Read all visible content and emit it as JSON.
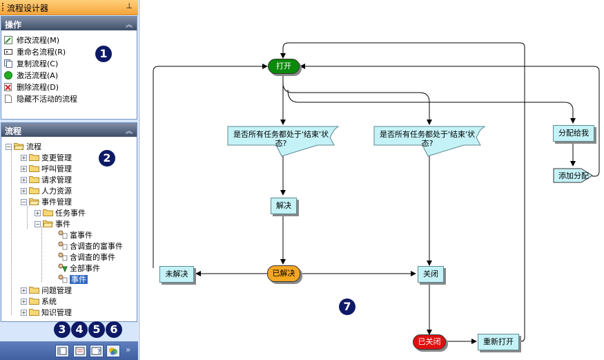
{
  "title": "流程设计器",
  "pin_icon": "pin-icon",
  "operations": {
    "header": "操作",
    "items": [
      {
        "label": "修改流程(M)",
        "icon": "edit-icon"
      },
      {
        "label": "重命名流程(R)",
        "icon": "rename-icon"
      },
      {
        "label": "复制流程(C)",
        "icon": "copy-icon"
      },
      {
        "label": "激活流程(A)",
        "icon": "activate-icon"
      },
      {
        "label": "删除流程(D)",
        "icon": "delete-icon"
      },
      {
        "label": "隐藏不活动的流程",
        "icon": "hide-icon"
      }
    ]
  },
  "flow_panel": {
    "header": "流程",
    "tree": [
      {
        "label": "流程",
        "level": 0
      },
      {
        "label": "变更管理",
        "level": 1
      },
      {
        "label": "呼叫管理",
        "level": 1
      },
      {
        "label": "请求管理",
        "level": 1
      },
      {
        "label": "人力资源",
        "level": 1
      },
      {
        "label": "事件管理",
        "level": 1
      },
      {
        "label": "任务事件",
        "level": 2
      },
      {
        "label": "事件",
        "level": 2
      },
      {
        "label": "富事件",
        "level": 3
      },
      {
        "label": "含调查的富事件",
        "level": 3
      },
      {
        "label": "含调查的事件",
        "level": 3
      },
      {
        "label": "全部事件",
        "level": 3
      },
      {
        "label": "事件",
        "level": 3,
        "selected": true
      },
      {
        "label": "问题管理",
        "level": 1
      },
      {
        "label": "系统",
        "level": 1
      },
      {
        "label": "知识管理",
        "level": 1
      }
    ]
  },
  "badges": [
    "1",
    "2",
    "3",
    "4",
    "5",
    "6",
    "7"
  ],
  "diagram": {
    "open": "打开",
    "decision1": "是否所有任务都处于'结束'状态?",
    "decision2": "是否所有任务都处于'结束'状态?",
    "assign_to_me": "分配给我",
    "add_assignment": "添加分配",
    "resolve": "解决",
    "unresolved": "未解决",
    "resolved": "已解决",
    "close": "关闭",
    "closed": "已关闭",
    "reopen": "重新打开"
  },
  "colors": {
    "open": "#0a8a0a",
    "resolved": "#f5a623",
    "closed": "#e01010",
    "box": "#c4f2f7",
    "header": "#4a5a74",
    "badge": "#0d1a66"
  }
}
